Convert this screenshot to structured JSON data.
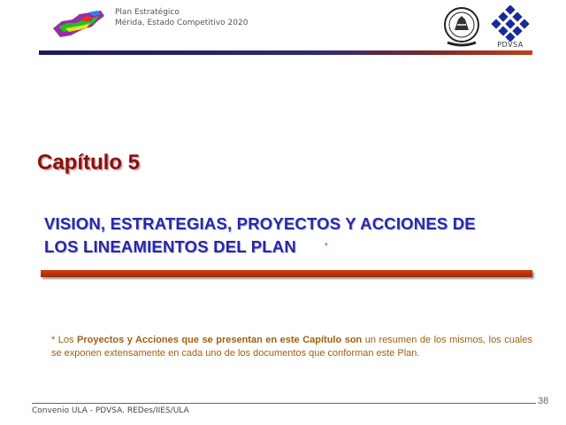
{
  "header": {
    "line1": "Plan Estratégico",
    "line2": "Mérida, Estado Competitivo 2020"
  },
  "logos": {
    "left_icon": "map-logo-icon",
    "seal_icon": "university-seal-icon",
    "right_icon": "pdvsa-logo-icon",
    "right_label": "PDVSA"
  },
  "chapter": "Capítulo 5",
  "title": {
    "line1": "VISION, ESTRATEGIAS, PROYECTOS Y ACCIONES DE",
    "line2": "LOS LINEAMIENTOS DEL PLAN",
    "marker": "*"
  },
  "note": {
    "star": "* Los ",
    "bold1": "Proyectos y Acciones",
    "mid": "  que se presentan en este Capítulo son",
    "rest": " un resumen de los mismos, los cuales se exponen extensamente en cada uno de los documentos que conforman este Plan."
  },
  "footer": {
    "text": "Convenio ULA - PDVSA.  REDes/IIES/ULA",
    "page": "38"
  },
  "colors": {
    "chapter": "#8b1010",
    "title": "#2828a8",
    "bar": "#c0401a",
    "note": "#a06010",
    "rule": "#1a1a5a"
  }
}
